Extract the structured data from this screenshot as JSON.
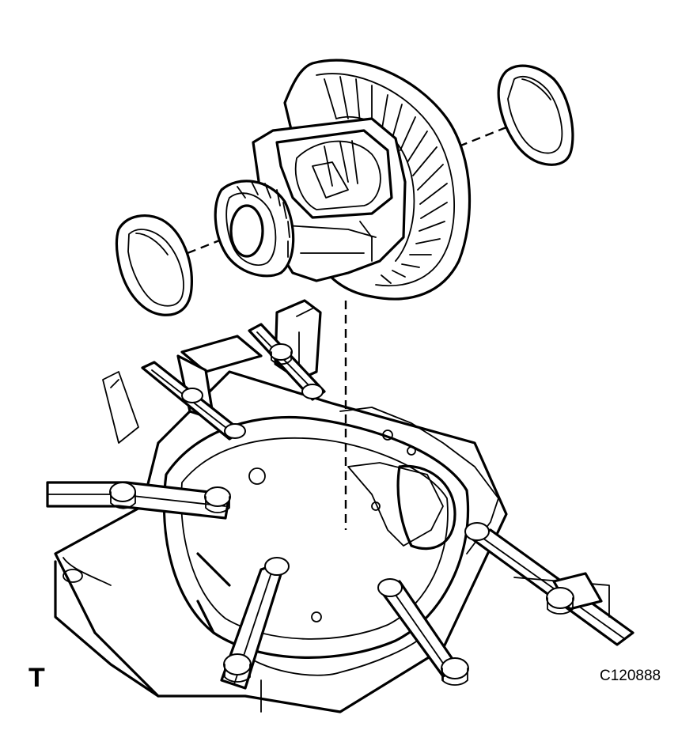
{
  "figure": {
    "view_label": "T",
    "reference_code": "C120888"
  },
  "colors": {
    "line": "#000000",
    "background": "#ffffff"
  },
  "parts": [
    "differential-case-assembly",
    "ring-gear",
    "side-bearing",
    "bearing-outer-race-left",
    "bearing-outer-race-right",
    "transaxle-housing",
    "holding-fixture"
  ]
}
